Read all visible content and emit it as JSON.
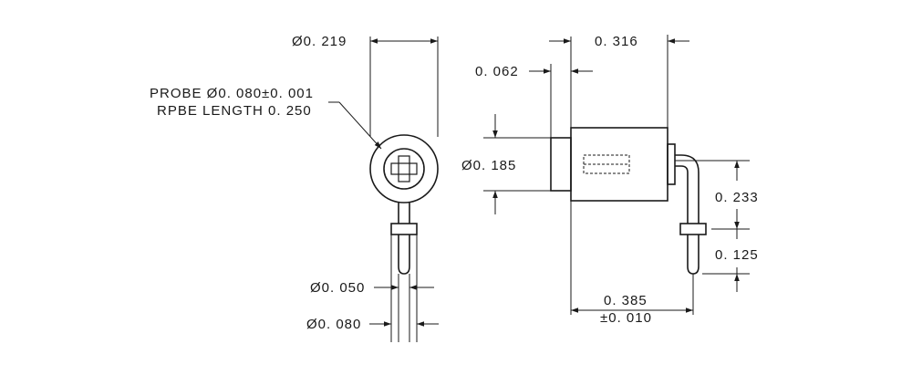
{
  "labels": {
    "head_diameter": "Ø0. 219",
    "probe_diameter": "PROBE Ø0. 080±0. 001",
    "probe_length": "RPBE LENGTH 0. 250",
    "pin_diameter_small": "Ø0. 050",
    "pin_diameter_large": "Ø0. 080",
    "flange_thickness": "0. 062",
    "body_length": "0. 316",
    "body_diameter": "Ø0. 185",
    "pin_height_upper": "0. 233",
    "pin_height_lower": "0. 125",
    "pin_offset": "0. 385",
    "pin_offset_tolerance": "±0. 010"
  },
  "colors": {
    "ink": "#1a1a1a",
    "background": "#ffffff"
  }
}
